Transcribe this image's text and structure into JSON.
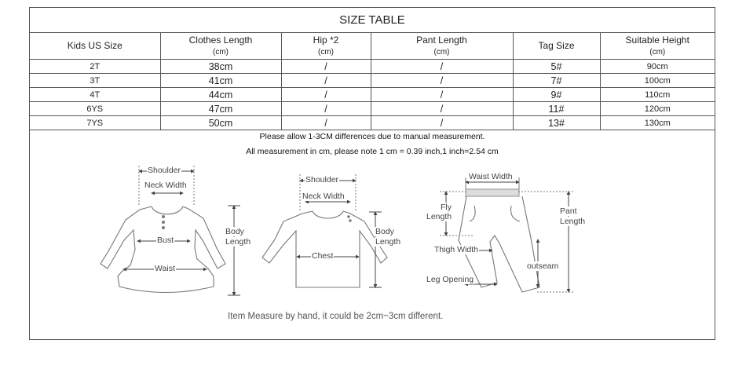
{
  "title": "SIZE TABLE",
  "table": {
    "headers": [
      {
        "label": "Kids US Size",
        "unit": ""
      },
      {
        "label": "Clothes  Length",
        "unit": "(cm)"
      },
      {
        "label": "Hip  *2",
        "unit": "(cm)"
      },
      {
        "label": "Pant   Length",
        "unit": "(cm)"
      },
      {
        "label": "Tag Size",
        "unit": ""
      },
      {
        "label": "Suitable Height",
        "unit": "(cm)"
      }
    ],
    "rows": [
      [
        "2T",
        "38cm",
        "/",
        "/",
        "5#",
        "90cm"
      ],
      [
        "3T",
        "41cm",
        "/",
        "/",
        "7#",
        "100cm"
      ],
      [
        "4T",
        "44cm",
        "/",
        "/",
        "9#",
        "110cm"
      ],
      [
        "6YS",
        "47cm",
        "/",
        "/",
        "11#",
        "120cm"
      ],
      [
        "7YS",
        "50cm",
        "/",
        "/",
        "13#",
        "130cm"
      ]
    ]
  },
  "notes": {
    "line1": "Please allow 1-3CM differences due to manual measurement.",
    "line2": "All measurement in cm, please note 1 cm = 0.39 inch,1 inch=2.54 cm"
  },
  "dress_labels": {
    "shoulder": "Shoulder",
    "neck": "Neck Width",
    "bust": "Bust",
    "waist": "Waist",
    "body1": "Body",
    "body2": "Length"
  },
  "shirt_labels": {
    "shoulder": "Shoulder",
    "neck": "Neck Width",
    "chest": "Chest",
    "body1": "Body",
    "body2": "Length"
  },
  "pants_labels": {
    "waist": "Waist Width",
    "fly1": "Fly",
    "fly2": "Length",
    "pant1": "Pant",
    "pant2": "Length",
    "thigh": "Thigh Width",
    "outseam": "outseam",
    "leg": "Leg Opening"
  },
  "footer": "Item Measure by hand, it could be 2cm~3cm different."
}
